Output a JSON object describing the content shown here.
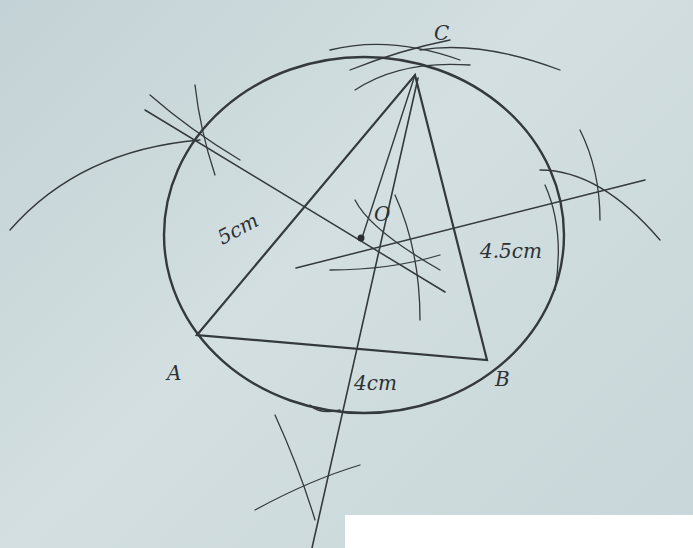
{
  "diagram": {
    "labels": [
      "C",
      "O",
      "5cm",
      "4.5cm",
      "A",
      "4cm",
      "B"
    ]
  }
}
